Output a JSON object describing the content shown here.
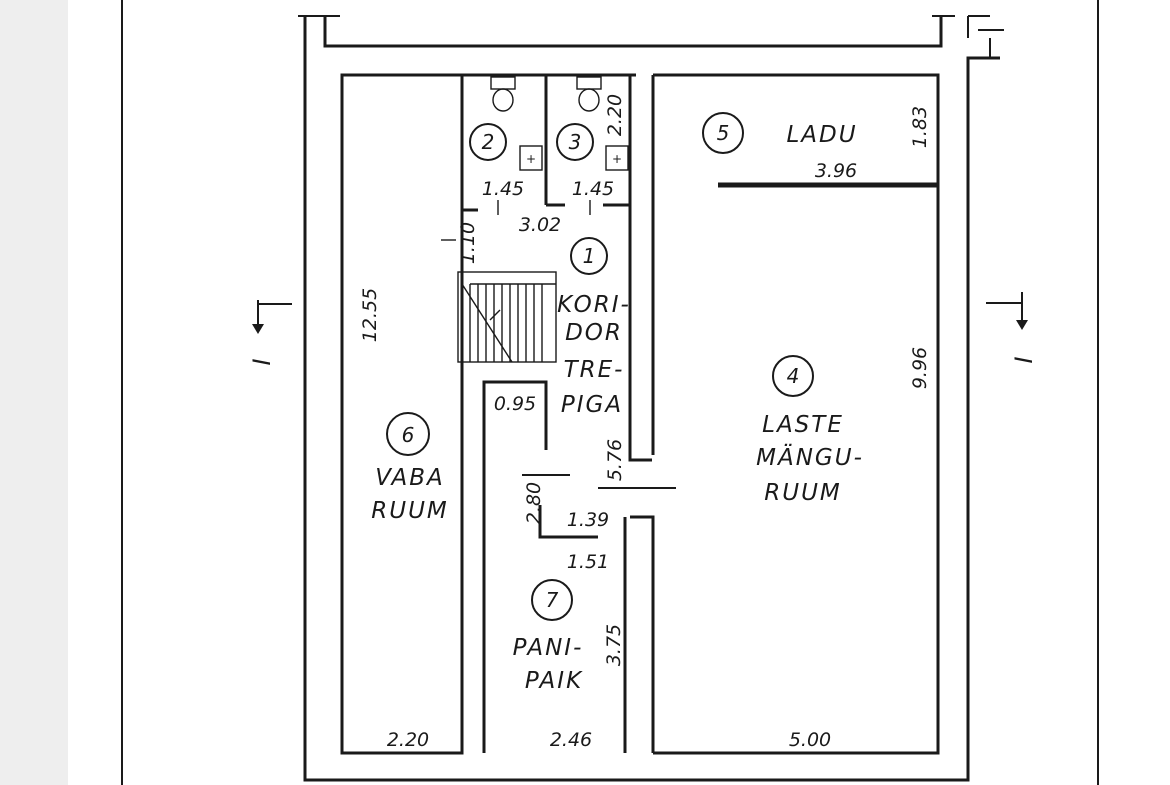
{
  "rooms": [
    {
      "num": "1",
      "lines": [
        "KORI-",
        "DOR",
        "TRE-",
        "PIGA"
      ]
    },
    {
      "num": "2",
      "lines": []
    },
    {
      "num": "3",
      "lines": []
    },
    {
      "num": "4",
      "lines": [
        "LASTE",
        "MÄNGU-",
        "RUUM"
      ]
    },
    {
      "num": "5",
      "lines": [
        "LADU"
      ]
    },
    {
      "num": "6",
      "lines": [
        "VABA",
        "RUUM"
      ]
    },
    {
      "num": "7",
      "lines": [
        "PANI-",
        "PAIK"
      ]
    }
  ],
  "dimensions": {
    "d12_55": "12.55",
    "d2_20_bottom": "2.20",
    "d2_46": "2.46",
    "d5_00": "5.00",
    "d9_96": "9.96",
    "d3_96": "3.96",
    "d1_83": "1.83",
    "d2_20_wc": "2.20",
    "d1_45_a": "1.45",
    "d1_45_b": "1.45",
    "d1_10": "1.10",
    "d3_02": "3.02",
    "d0_95": "0.95",
    "d5_76": "5.76",
    "d2_80": "2.80",
    "d1_39": "1.39",
    "d1_51": "1.51",
    "d3_75": "3.75"
  },
  "section_marks": {
    "left": "I",
    "right": "I"
  }
}
